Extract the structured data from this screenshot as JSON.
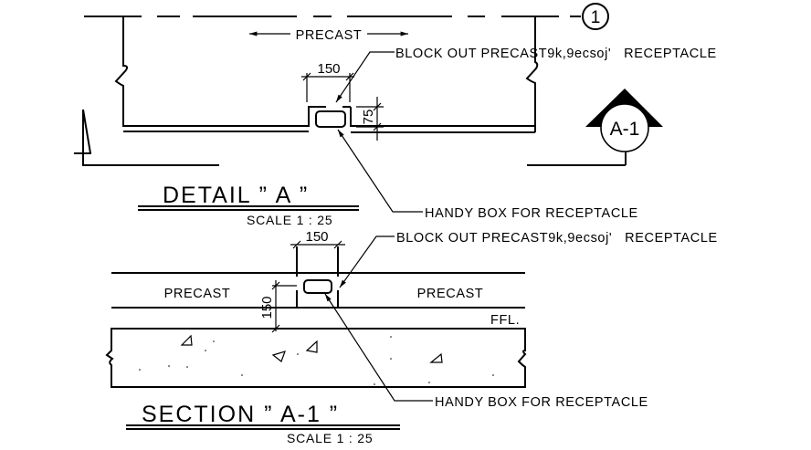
{
  "drawing": {
    "background": "#ffffff",
    "line_color": "#000000",
    "grid_bubble": {
      "label": "1"
    },
    "detail_a": {
      "direction_label": "PRECAST",
      "dim_width": "150",
      "dim_height": "75",
      "callout_block_out": "BLOCK OUT PRECAST9k,9ecsoj'   RECEPTACLE",
      "callout_handy_box": "HANDY BOX FOR RECEPTACLE",
      "section_marker": "A-1",
      "title": "DETAIL ” A ”",
      "scale": "SCALE 1 : 25"
    },
    "section_a1": {
      "left_label": "PRECAST",
      "right_label": "PRECAST",
      "ffl_label": "FFL.",
      "dim_width": "150",
      "dim_height": "150",
      "callout_block_out": "BLOCK OUT PRECAST9k,9ecsoj'   RECEPTACLE",
      "callout_handy_box": "HANDY BOX FOR RECEPTACLE",
      "title": "SECTION ” A-1 ”",
      "scale": "SCALE 1 : 25"
    }
  }
}
